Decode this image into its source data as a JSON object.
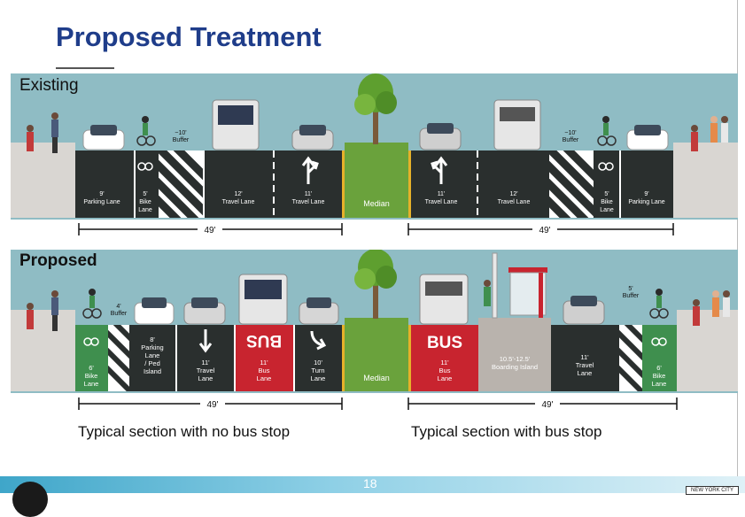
{
  "header": {
    "title": "Proposed Treatment"
  },
  "existing": {
    "label": "Existing",
    "buffer_label_left": "~10'\nBuffer",
    "buffer_label_right": "~10'\nBuffer",
    "lanes": [
      {
        "label": "9'\nParking Lane"
      },
      {
        "label": "5'\nBike\nLane"
      },
      {
        "label": "12'\nTravel Lane"
      },
      {
        "label": "11'\nTravel Lane"
      },
      {
        "label": "Median"
      },
      {
        "label": "11'\nTravel Lane"
      },
      {
        "label": "12'\nTravel Lane"
      },
      {
        "label": "5'\nBike\nLane"
      },
      {
        "label": "9'\nParking Lane"
      }
    ],
    "dims": [
      "49'",
      "49'"
    ]
  },
  "proposed": {
    "label": "Proposed",
    "buffer_label_left": "4'\nBuffer",
    "buffer_label_right": "5'\nBuffer",
    "lanes": [
      {
        "label": "6'\nBike\nLane"
      },
      {
        "label": "8'\nParking\nLane\n/ Ped\nIsland"
      },
      {
        "label": "11'\nTravel\nLane"
      },
      {
        "label": "11'\nBus\nLane"
      },
      {
        "label": "10'\nTurn\nLane"
      },
      {
        "label": "Median"
      },
      {
        "label": "11'\nBus\nLane"
      },
      {
        "label": "10.5'-12.5'\nBoarding Island"
      },
      {
        "label": "11'\nTravel\nLane"
      },
      {
        "label": "6'\nBike\nLane"
      }
    ],
    "bus_marking": "BUS",
    "dims": [
      "49'",
      "49'"
    ]
  },
  "captions": {
    "left": "Typical section with no bus stop",
    "right": "Typical section with bus stop"
  },
  "footer": {
    "page_number": "18",
    "org": "NEW YORK CITY"
  },
  "colors": {
    "title": "#1f3d8a",
    "sky": "#8fbcc4",
    "asphalt": "#2a2f2e",
    "median": "#6aa23c",
    "bus_lane": "#c8242f",
    "bike_lane": "#3f8f4e",
    "boarding_island": "#b9b3ad",
    "curb_yellow": "#e6b12a"
  }
}
